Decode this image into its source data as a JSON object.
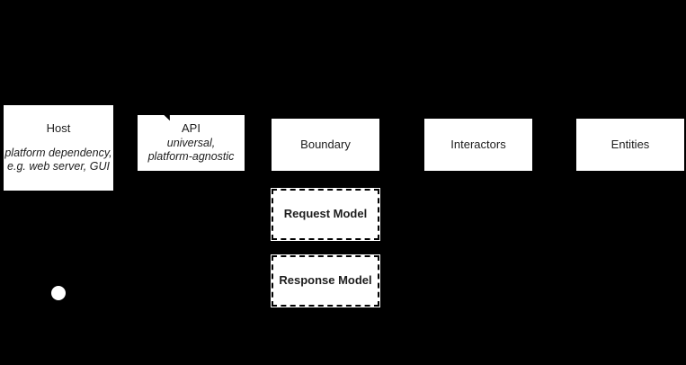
{
  "diagram": {
    "background_color": "#000000",
    "node_fill_color": "#ffffff",
    "text_color": "#1d1d1d",
    "nodes": [
      {
        "id": "host",
        "title": "Host",
        "subtitle_line1": "platform dependency,",
        "subtitle_line2": "e.g. web server, GUI",
        "border": "solid"
      },
      {
        "id": "api",
        "title": "API",
        "subtitle_line1": "universal,",
        "subtitle_line2": "platform-agnostic",
        "border": "solid"
      },
      {
        "id": "boundary",
        "title": "Boundary",
        "border": "solid"
      },
      {
        "id": "interactors",
        "title": "Interactors",
        "border": "solid"
      },
      {
        "id": "entities",
        "title": "Entities",
        "border": "solid"
      },
      {
        "id": "request-model",
        "title": "Request Model",
        "border": "dashed"
      },
      {
        "id": "response-model",
        "title": "Response Model",
        "border": "dashed"
      }
    ],
    "markers": [
      {
        "id": "legend-dot",
        "shape": "circle",
        "color": "#ffffff"
      },
      {
        "id": "api-arrowhead",
        "shape": "triangle",
        "color": "#000000"
      }
    ]
  }
}
